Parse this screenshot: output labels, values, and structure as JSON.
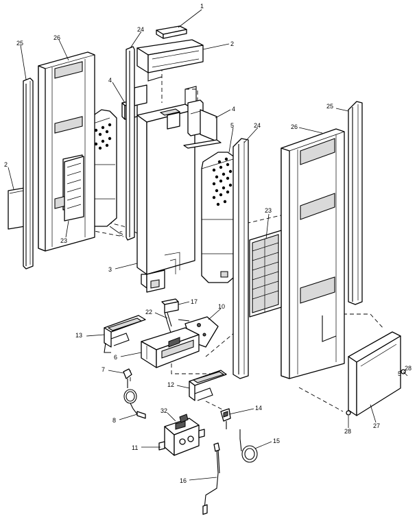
{
  "callouts": {
    "c1": "1",
    "c2a": "2",
    "c2b": "2",
    "c3": "3",
    "c4a": "4",
    "c4b": "4",
    "c5a": "5",
    "c5b": "5",
    "c5c": "5",
    "c6": "6",
    "c7": "7",
    "c8": "8",
    "c10": "10",
    "c11": "11",
    "c12": "12",
    "c13": "13",
    "c14": "14",
    "c15": "15",
    "c16": "16",
    "c17": "17",
    "c22": "22",
    "c23a": "23",
    "c23b": "23",
    "c24a": "24",
    "c24b": "24",
    "c25a": "25",
    "c25b": "25",
    "c26a": "26",
    "c26b": "26",
    "c27": "27",
    "c28a": "28",
    "c28b": "28",
    "c32": "32"
  },
  "colors": {
    "line": "#000000",
    "paper": "#ffffff",
    "shade": "#d9d9d9"
  }
}
